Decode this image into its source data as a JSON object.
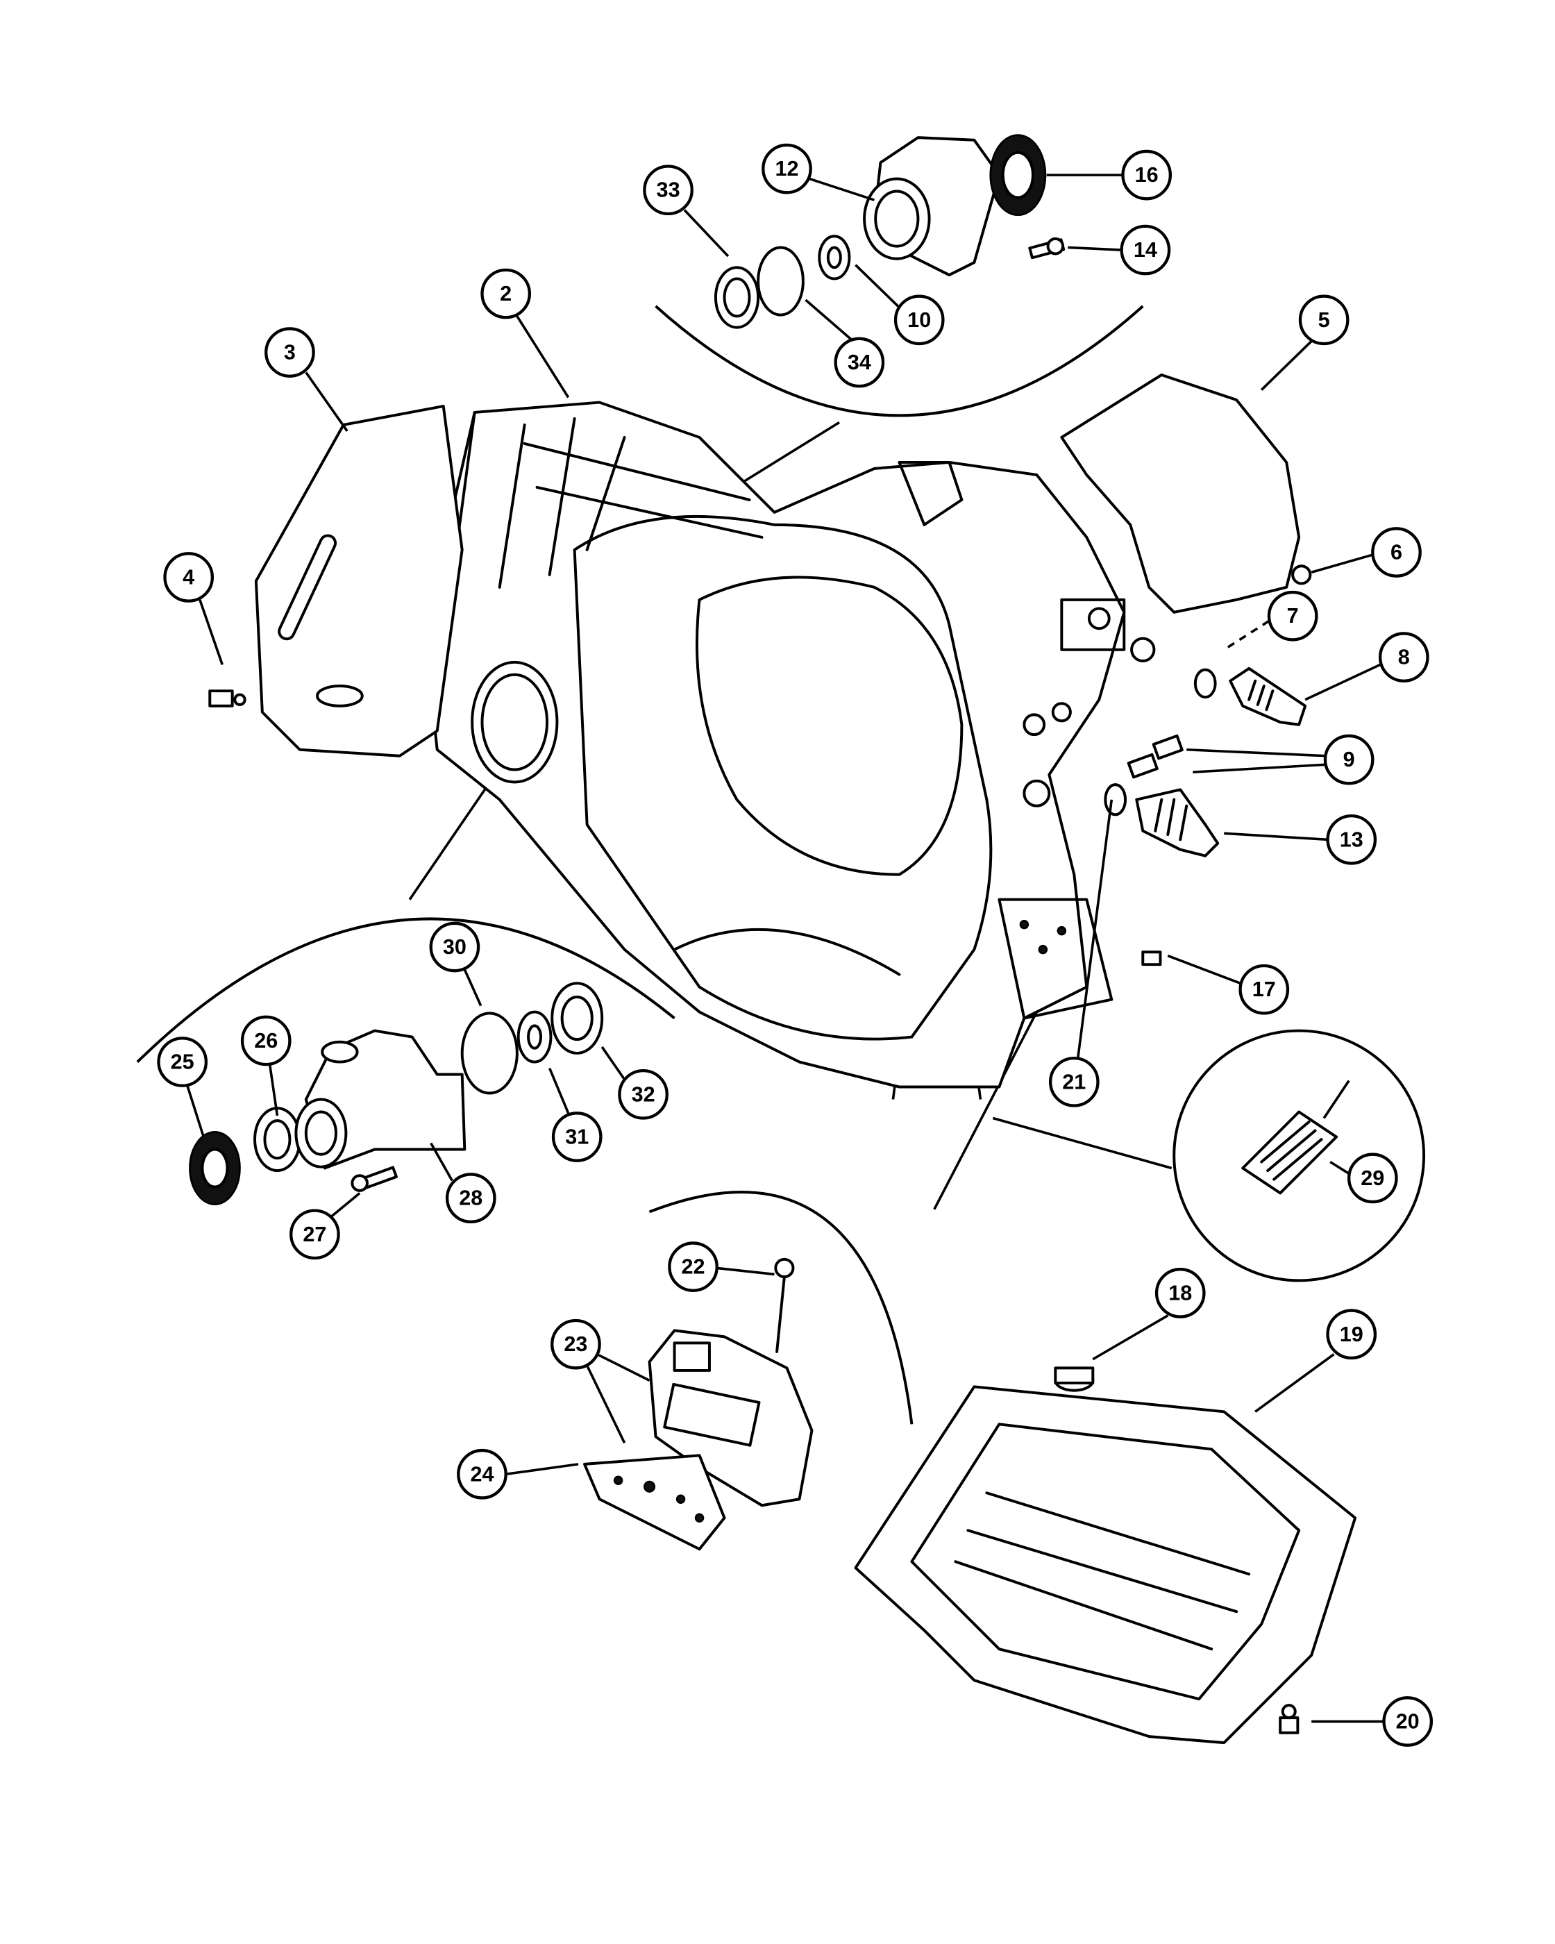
{
  "diagram": {
    "type": "exploded-parts-diagram",
    "callouts": {
      "c2": "2",
      "c3": "3",
      "c4": "4",
      "c5": "5",
      "c6": "6",
      "c7": "7",
      "c8": "8",
      "c9": "9",
      "c10": "10",
      "c12": "12",
      "c13": "13",
      "c14": "14",
      "c16": "16",
      "c17": "17",
      "c18": "18",
      "c19": "19",
      "c20": "20",
      "c21": "21",
      "c22": "22",
      "c23": "23",
      "c24": "24",
      "c25": "25",
      "c26": "26",
      "c27": "27",
      "c28": "28",
      "c29": "29",
      "c30": "30",
      "c31": "31",
      "c32": "32",
      "c33": "33",
      "c34": "34"
    }
  }
}
